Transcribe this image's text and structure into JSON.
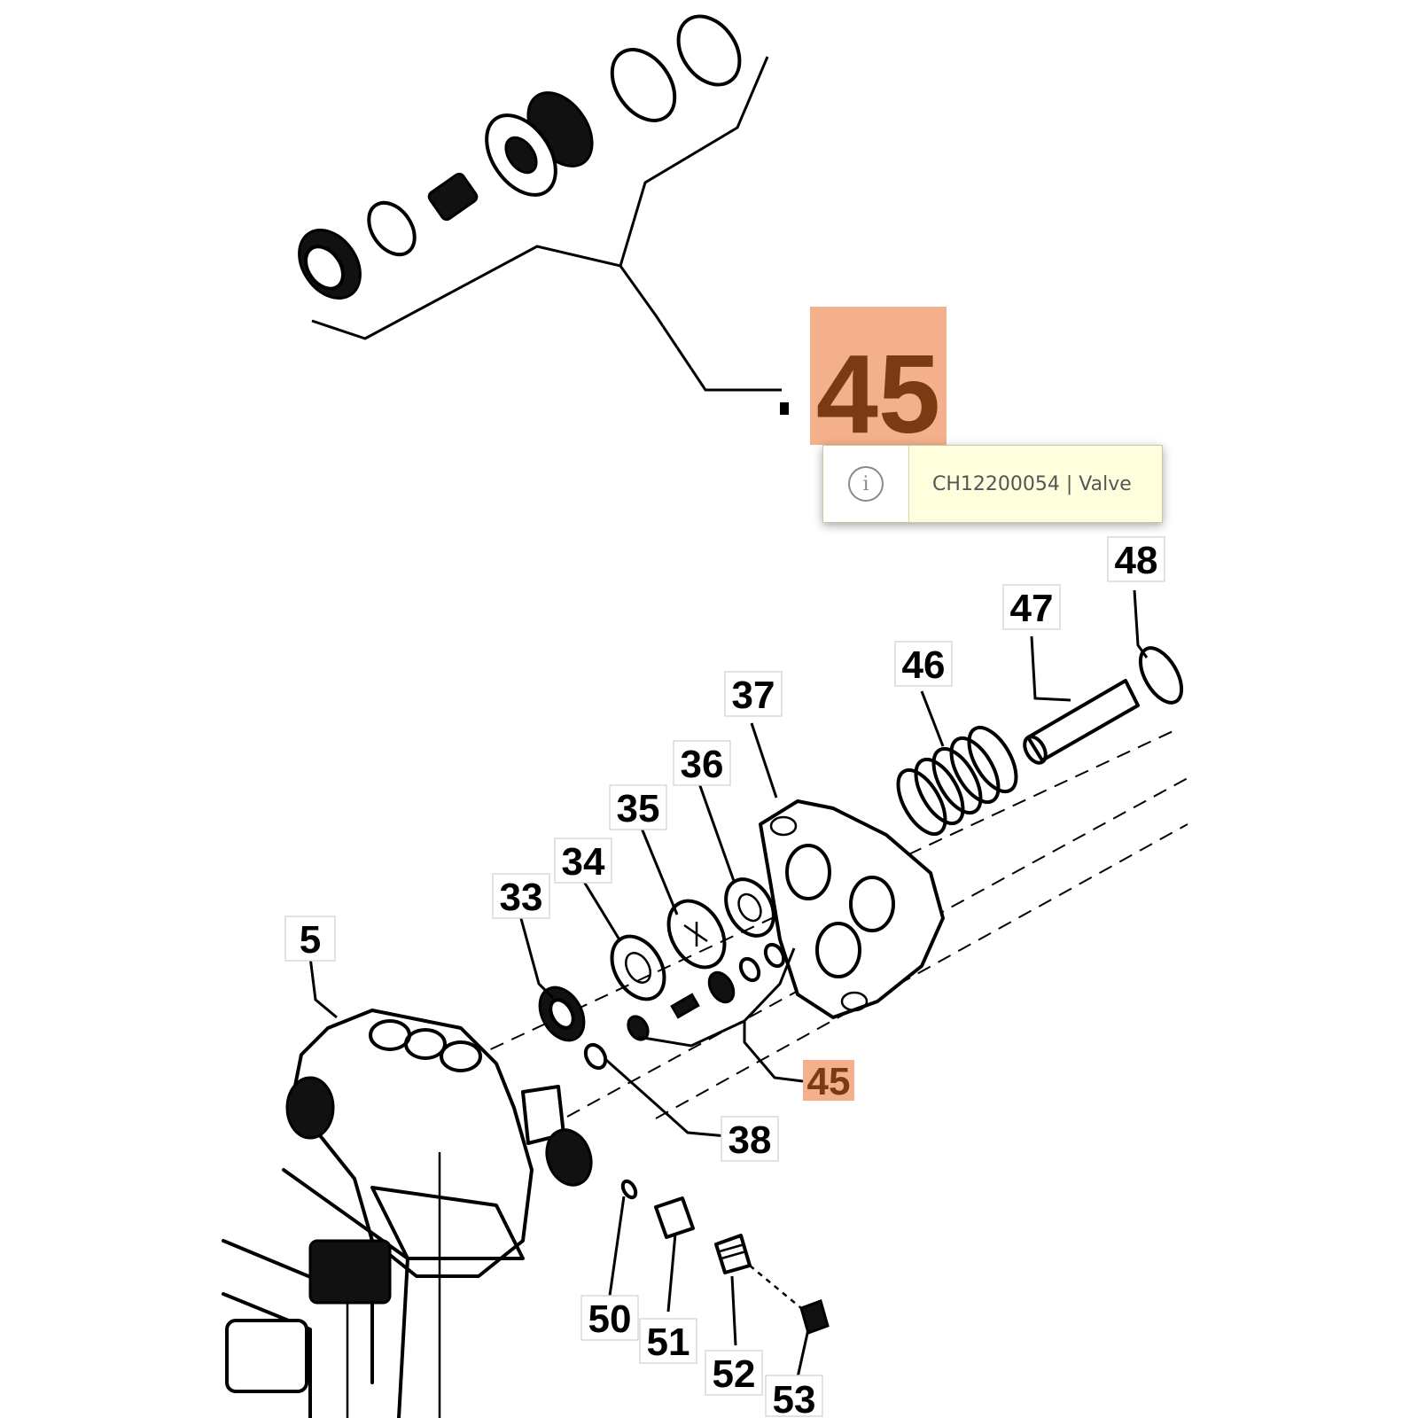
{
  "diagram": {
    "callouts": [
      "5",
      "33",
      "34",
      "35",
      "36",
      "37",
      "38",
      "46",
      "47",
      "48",
      "50",
      "51",
      "52",
      "53"
    ],
    "highlighted_callout": "45"
  },
  "tooltip": {
    "icon": "info-icon",
    "text": "CH12200054 | Valve"
  },
  "colors": {
    "highlight_fill": "#f4b08c",
    "highlight_text": "#7a3a12",
    "tooltip_background": "#ffffdd"
  }
}
